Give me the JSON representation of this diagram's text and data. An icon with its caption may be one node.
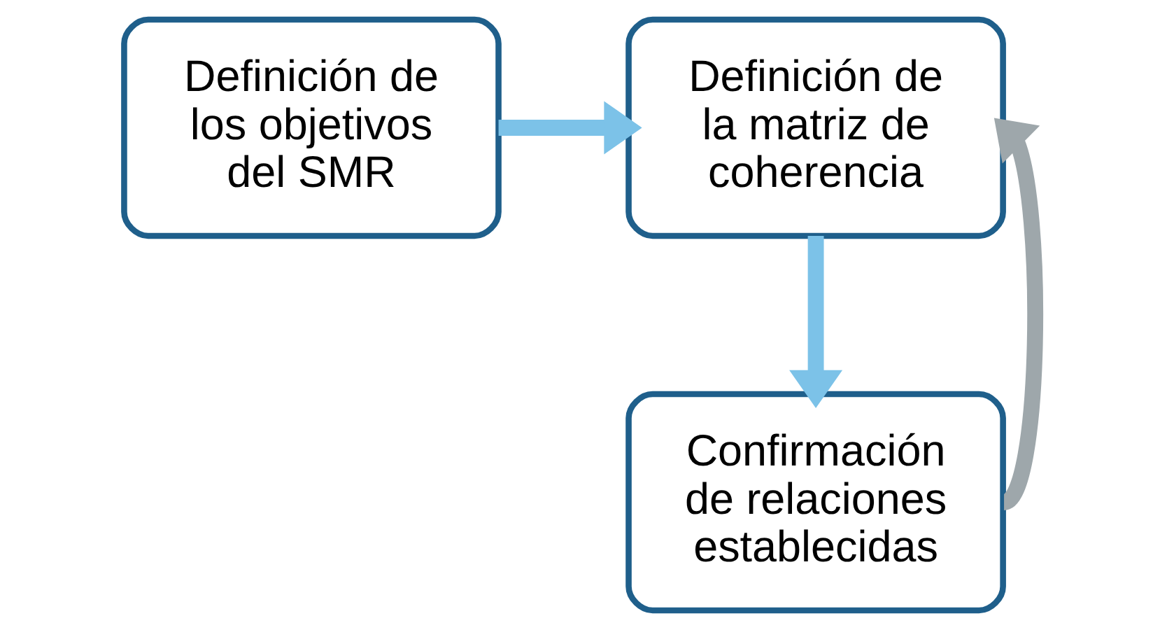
{
  "diagram": {
    "nodes": [
      {
        "text": [
          "Definición de los objetivos del SMR"
        ]
      },
      {
        "text": [
          "Definición de la matriz de coherencia"
        ]
      },
      {
        "text": [
          "Confirmación de relaciones establecidas"
        ]
      }
    ],
    "edges": [
      {
        "from": 0,
        "to": 1,
        "arrow": "to"
      },
      {
        "from": 1,
        "to": 2,
        "arrow": "to"
      },
      {
        "from": 2,
        "to": 1,
        "arrow": "to",
        "color": "#9ea7ab"
      }
    ]
  }
}
